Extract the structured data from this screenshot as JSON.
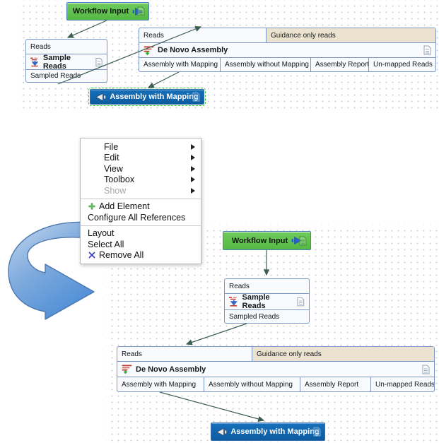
{
  "workflow_top": {
    "workflow_input": {
      "label": "Workflow Input"
    },
    "sample_reads": {
      "input_port": "Reads",
      "label": "Sample Reads",
      "output_port": "Sampled Reads"
    },
    "de_novo_assembly": {
      "input_ports": [
        "Reads",
        "Guidance only reads"
      ],
      "label": "De Novo Assembly",
      "output_ports": [
        "Assembly with Mapping",
        "Assembly without Mapping",
        "Assembly Report",
        "Un-mapped Reads"
      ]
    },
    "output_box": {
      "label": "Assembly with Mapping"
    }
  },
  "context_menu": {
    "submenus": [
      {
        "label": "File",
        "enabled": true
      },
      {
        "label": "Edit",
        "enabled": true
      },
      {
        "label": "View",
        "enabled": true
      },
      {
        "label": "Toolbox",
        "enabled": true
      },
      {
        "label": "Show",
        "enabled": false
      }
    ],
    "actions": {
      "add_element": "Add Element",
      "configure_all_references": "Configure All References",
      "layout": "Layout",
      "select_all": "Select All",
      "remove_all": "Remove All"
    }
  },
  "workflow_bottom": {
    "workflow_input": {
      "label": "Workflow Input"
    },
    "sample_reads": {
      "input_port": "Reads",
      "label": "Sample Reads",
      "output_port": "Sampled Reads"
    },
    "de_novo_assembly": {
      "input_ports": [
        "Reads",
        "Guidance only reads"
      ],
      "label": "De Novo Assembly",
      "output_ports": [
        "Assembly with Mapping",
        "Assembly without Mapping",
        "Assembly Report",
        "Un-mapped Reads"
      ]
    },
    "output_box": {
      "label": "Assembly with Mapping"
    }
  },
  "icons": {
    "workflow_input_arrow": "blue right-arrow with bar (input)",
    "workflow_output_arrow": "gray left-arrow with bar (output)",
    "sample_reads_icon": "red dashes with blue down-arrow",
    "de_novo_assembly_icon": "red contig lines with green plus",
    "document_icon": "page with text lines",
    "add_element_icon": "green plus",
    "remove_all_icon": "blue X",
    "submenu_arrow": "black right triangle",
    "big_curved_arrow": "blue curved arrow pointing right"
  },
  "colors": {
    "input_green": "#5ec14d",
    "output_blue": "#1064ae",
    "node_border": "#7b96c4",
    "node_fill": "#f8fafd",
    "guidance_beige": "#ebe3d0",
    "connector": "#3e5e52",
    "selection_dash_green": "#2fd12f",
    "curved_arrow_blue": "#4f8fd6"
  }
}
